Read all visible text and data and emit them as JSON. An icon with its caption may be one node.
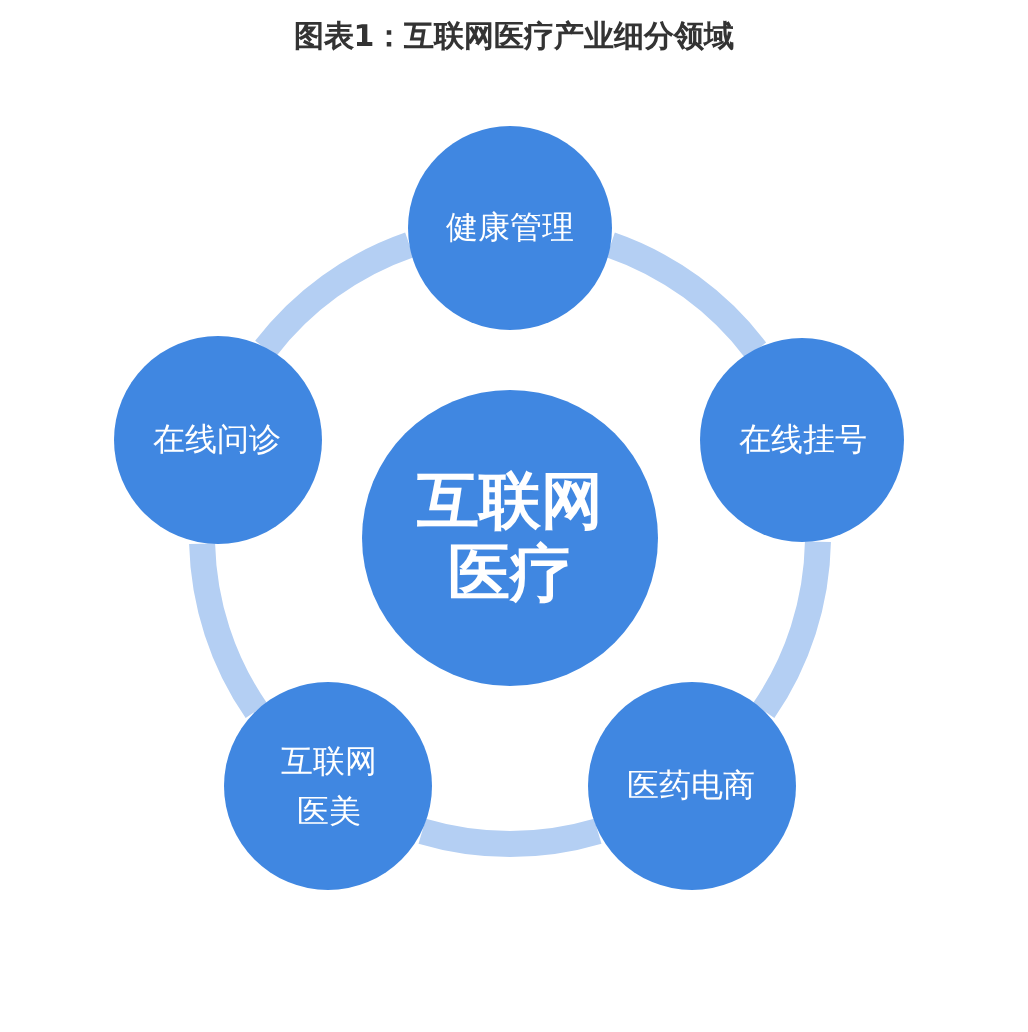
{
  "diagram": {
    "title": "图表1：互联网医疗产业细分领域",
    "nodes": [
      {
        "text": [
          "健康管理"
        ]
      },
      {
        "text": [
          "在线问诊"
        ]
      },
      {
        "text": [
          "在线挂号"
        ]
      },
      {
        "text": [
          "互联网医疗"
        ]
      },
      {
        "text": [
          "互联网医美"
        ]
      },
      {
        "text": [
          "医药电商"
        ]
      }
    ],
    "edges": [
      {
        "from": 0,
        "to": 2,
        "arrow": "none"
      },
      {
        "from": 2,
        "to": 5,
        "arrow": "none"
      },
      {
        "from": 5,
        "to": 4,
        "arrow": "none"
      },
      {
        "from": 4,
        "to": 1,
        "arrow": "none"
      },
      {
        "from": 1,
        "to": 0,
        "arrow": "none"
      }
    ]
  }
}
